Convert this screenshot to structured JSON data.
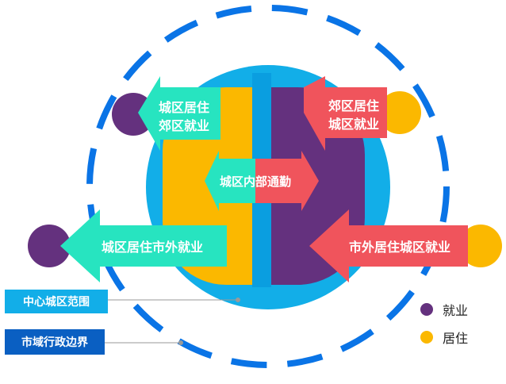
{
  "colors": {
    "boundary": "#0a74e6",
    "outer_disc": "#12aee8",
    "divider": "#0a9ee0",
    "employment": "#64317e",
    "residence": "#fbb800",
    "teal_arrow": "#27e4c0",
    "red_arrow": "#f0545c",
    "tag_center": "#12aee8",
    "tag_city": "#0a5fc2",
    "leader_line": "#9a9a9a"
  },
  "arrows": {
    "urban_live_suburb_work": {
      "line1": "城区居住",
      "line2": "郊区就业"
    },
    "suburb_live_urban_work": {
      "line1": "郊区居住",
      "line2": "城区就业"
    },
    "inner_commute": {
      "left": "城区内",
      "right": "部通勤"
    },
    "urban_live_outside_work": "城区居住市外就业",
    "outside_live_urban_work": "市外居住城区就业"
  },
  "tags": {
    "center_area": "中心城区范围",
    "city_boundary": "市域行政边界"
  },
  "legend": {
    "employment": "就业",
    "residence": "居住"
  }
}
